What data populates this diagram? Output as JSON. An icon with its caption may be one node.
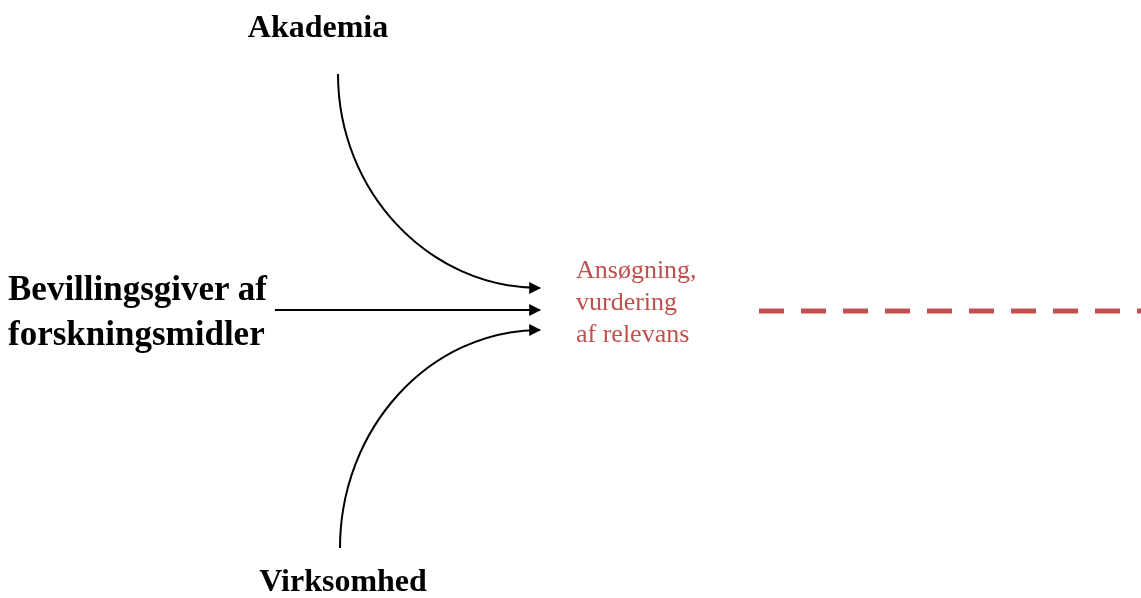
{
  "diagram": {
    "nodes": [
      {
        "text": [
          "Akademia"
        ]
      },
      {
        "text": [
          "Bevillingsgiver af forskningsmidler"
        ]
      },
      {
        "text": [
          "Virksomhed"
        ]
      },
      {
        "text": [
          "Ansøgning, vurdering af relevans"
        ]
      }
    ],
    "edges": [
      {
        "from": 0,
        "to": 3,
        "arrow": "to"
      },
      {
        "from": 1,
        "to": 3,
        "arrow": "to"
      },
      {
        "from": 2,
        "to": 3,
        "arrow": "to"
      },
      {
        "from": 3,
        "to": null,
        "arrow": "none",
        "style": "dashed",
        "color": "#c0504d"
      }
    ]
  }
}
